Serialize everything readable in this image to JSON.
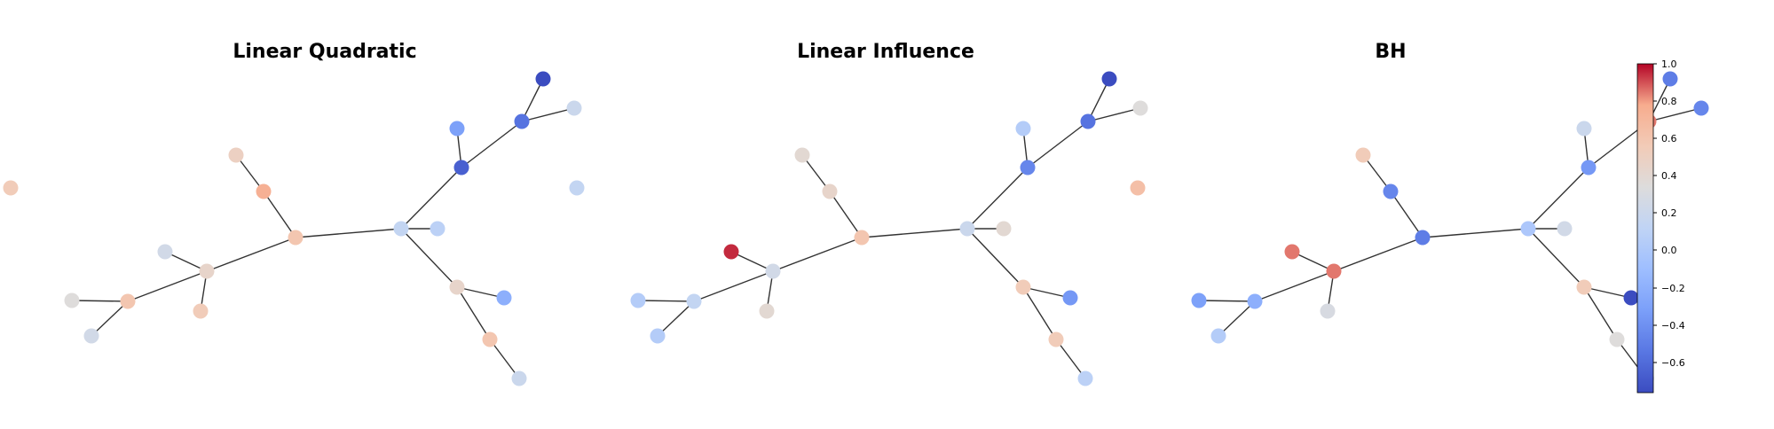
{
  "panels": [
    {
      "title": "Linear Quadratic",
      "node_values": [
        0.15,
        0.6,
        0.75,
        0.5,
        0.45,
        0.25,
        0.55,
        -0.65,
        -0.3,
        -0.55,
        -0.75,
        0.2,
        0.1,
        -0.2,
        0.45,
        0.6,
        0.2,
        0.6,
        0.35,
        0.25,
        0.55
      ]
    },
    {
      "title": "Linear Influence",
      "node_values": [
        0.2,
        0.6,
        0.45,
        0.4,
        0.25,
        0.95,
        0.4,
        -0.45,
        0.05,
        -0.55,
        -0.75,
        0.35,
        0.4,
        -0.35,
        0.55,
        0.55,
        0.1,
        0.15,
        0.05,
        0.05,
        0.15
      ]
    },
    {
      "title": "BH",
      "node_values": [
        0.0,
        -0.5,
        -0.45,
        0.55,
        0.85,
        0.85,
        0.3,
        -0.35,
        0.2,
        0.85,
        -0.5,
        -0.45,
        0.25,
        -0.75,
        0.55,
        0.35,
        -0.6,
        -0.2,
        -0.3,
        0.05,
        0.65
      ]
    }
  ],
  "colorbar": {
    "colormap": "coolwarm",
    "ticks": [
      "1.0",
      "0.8",
      "0.6",
      "0.4",
      "0.2",
      "0.0",
      "−0.2",
      "−0.4",
      "−0.6"
    ]
  }
}
